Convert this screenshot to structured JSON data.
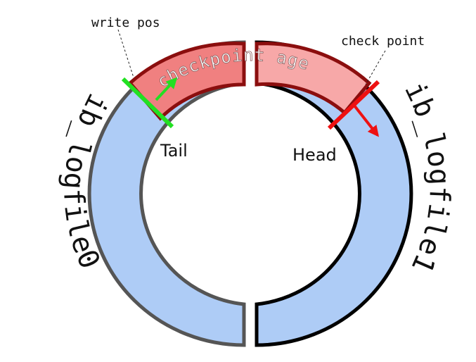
{
  "labels": {
    "write_pos": "write pos",
    "check_point": "check point",
    "tail": "Tail",
    "head": "Head",
    "checkpoint_age": "checkpoint age",
    "left_file": "ib_logfile0",
    "right_file": "ib_logfile1"
  },
  "colors": {
    "ring_fill": "#aeccf6",
    "left_ring_stroke": "#555555",
    "right_ring_stroke": "#000000",
    "segment_fill_left": "#f08080",
    "segment_fill_right": "#f7a8a8",
    "segment_stroke": "#8b0e0e",
    "write_pos_marker": "#22e022",
    "check_point_marker": "#ee1111",
    "label_text": "#111111",
    "checkpoint_age_text": "#ffffff"
  }
}
